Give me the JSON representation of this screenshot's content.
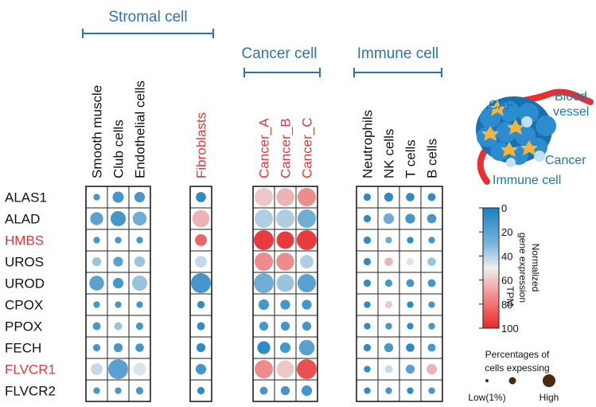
{
  "chart_data": {
    "type": "heatmap",
    "groups": [
      {
        "name": "Stromal cell",
        "columns": [
          "Smooth muscle",
          "Club cells",
          "Endothelial cells"
        ]
      },
      {
        "name": "",
        "columns": [
          "Fibroblasts"
        ]
      },
      {
        "name": "Cancer cell",
        "columns": [
          "Cancer_A",
          "Cancer_B",
          "Cancer_C"
        ]
      },
      {
        "name": "Immune cell",
        "columns": [
          "Neutrophils",
          "NK cells",
          "T cells",
          "B cells"
        ]
      }
    ],
    "highlight_columns": [
      "Fibroblasts",
      "Cancer_A",
      "Cancer_B",
      "Cancer_C"
    ],
    "genes": [
      "ALAS1",
      "ALAD",
      "HMBS",
      "UROS",
      "UROD",
      "CPOX",
      "PPOX",
      "FECH",
      "FLVCR1",
      "FLVCR2"
    ],
    "highlight_genes": [
      "HMBS",
      "FLVCR1"
    ],
    "tpm": [
      [
        10,
        10,
        10,
        5,
        60,
        65,
        75,
        5,
        5,
        5,
        5
      ],
      [
        15,
        10,
        20,
        65,
        35,
        35,
        20,
        5,
        20,
        10,
        10
      ],
      [
        10,
        10,
        10,
        85,
        95,
        95,
        95,
        5,
        20,
        5,
        10
      ],
      [
        30,
        15,
        30,
        40,
        75,
        75,
        35,
        5,
        65,
        55,
        30
      ],
      [
        15,
        10,
        30,
        10,
        20,
        30,
        15,
        5,
        10,
        10,
        10
      ],
      [
        10,
        10,
        10,
        5,
        10,
        10,
        10,
        5,
        60,
        5,
        10
      ],
      [
        10,
        30,
        10,
        5,
        10,
        10,
        10,
        5,
        10,
        5,
        10
      ],
      [
        10,
        10,
        10,
        5,
        5,
        10,
        15,
        5,
        10,
        5,
        10
      ],
      [
        40,
        15,
        45,
        10,
        75,
        60,
        90,
        5,
        40,
        15,
        65
      ],
      [
        10,
        10,
        10,
        5,
        10,
        10,
        10,
        5,
        10,
        5,
        10
      ]
    ],
    "pct": [
      [
        2,
        12,
        10,
        9,
        45,
        42,
        45,
        3,
        6,
        5,
        4
      ],
      [
        18,
        28,
        22,
        38,
        45,
        45,
        45,
        3,
        10,
        8,
        7
      ],
      [
        2,
        2,
        2,
        14,
        55,
        40,
        55,
        3,
        2,
        2,
        2
      ],
      [
        6,
        8,
        10,
        14,
        45,
        42,
        20,
        3,
        5,
        3,
        5
      ],
      [
        26,
        10,
        28,
        55,
        55,
        40,
        45,
        3,
        3,
        4,
        4
      ],
      [
        2,
        2,
        2,
        3,
        10,
        8,
        8,
        2,
        3,
        2,
        2
      ],
      [
        4,
        4,
        3,
        4,
        6,
        6,
        6,
        2,
        2,
        2,
        2
      ],
      [
        3,
        6,
        5,
        6,
        18,
        10,
        30,
        3,
        6,
        5,
        4
      ],
      [
        14,
        55,
        18,
        10,
        45,
        40,
        55,
        2,
        4,
        6,
        10
      ],
      [
        2,
        2,
        3,
        3,
        4,
        6,
        10,
        2,
        2,
        2,
        2
      ]
    ],
    "color_scale": {
      "title_line1": "Normalized",
      "title_line2": "gene expression",
      "title_line3": "TPM",
      "ticks": [
        0,
        20,
        40,
        60,
        80,
        100
      ],
      "low_color": "#1a7fc1",
      "mid_color": "#f0f0f0",
      "high_color": "#e8272a"
    },
    "size_legend": {
      "title_line1": "Percentages of",
      "title_line2": "cells expessing",
      "low_label": "Low(1%)",
      "high_label": "High",
      "color": "#4a2a10"
    },
    "diagram_labels": {
      "caf": "CAF",
      "blood": "Blood",
      "vessel": "vessel",
      "cancer": "Cancer",
      "immune": "Immune cell"
    }
  }
}
